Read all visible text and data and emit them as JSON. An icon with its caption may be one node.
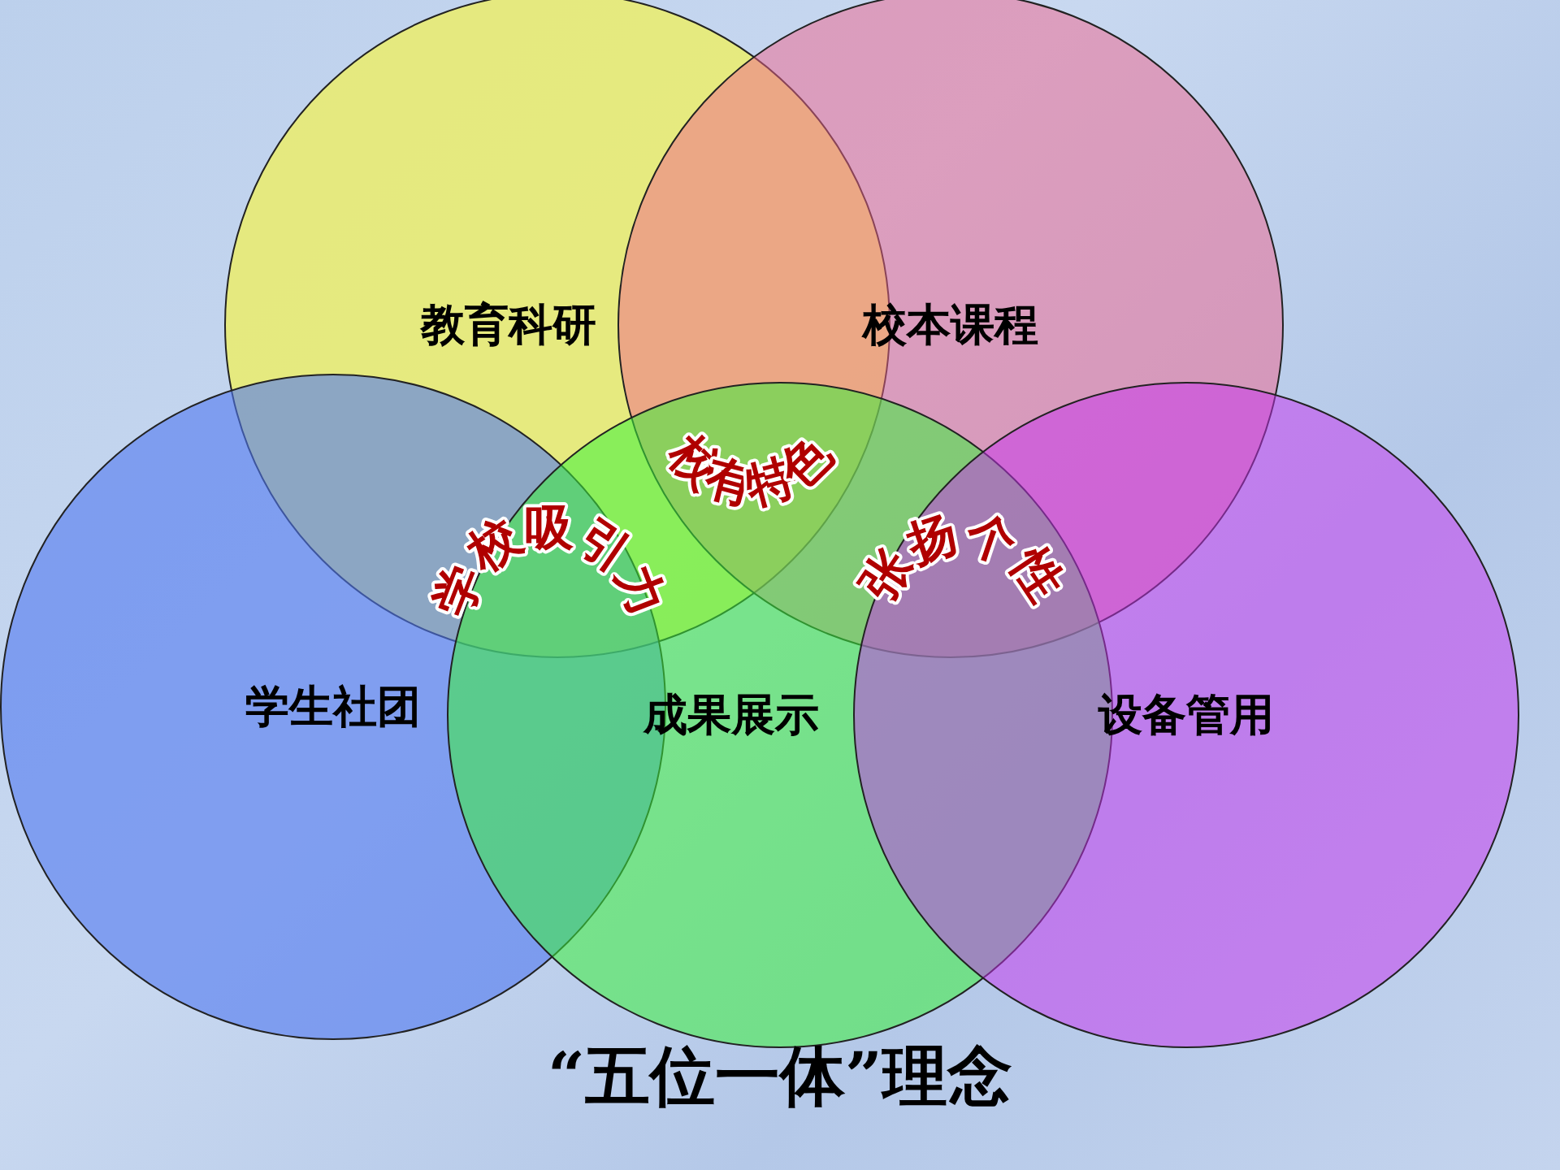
{
  "diagram": {
    "title": "“五位一体”理念",
    "nodes": [
      {
        "text": [
          "教育科研"
        ]
      },
      {
        "text": [
          "校本课程"
        ]
      },
      {
        "text": [
          "学生社团"
        ]
      },
      {
        "text": [
          "成果展示"
        ]
      },
      {
        "text": [
          "设备管用"
        ]
      }
    ],
    "edges": [],
    "labels": [
      "学校吸引力",
      "校有特色",
      "张扬个性"
    ]
  }
}
